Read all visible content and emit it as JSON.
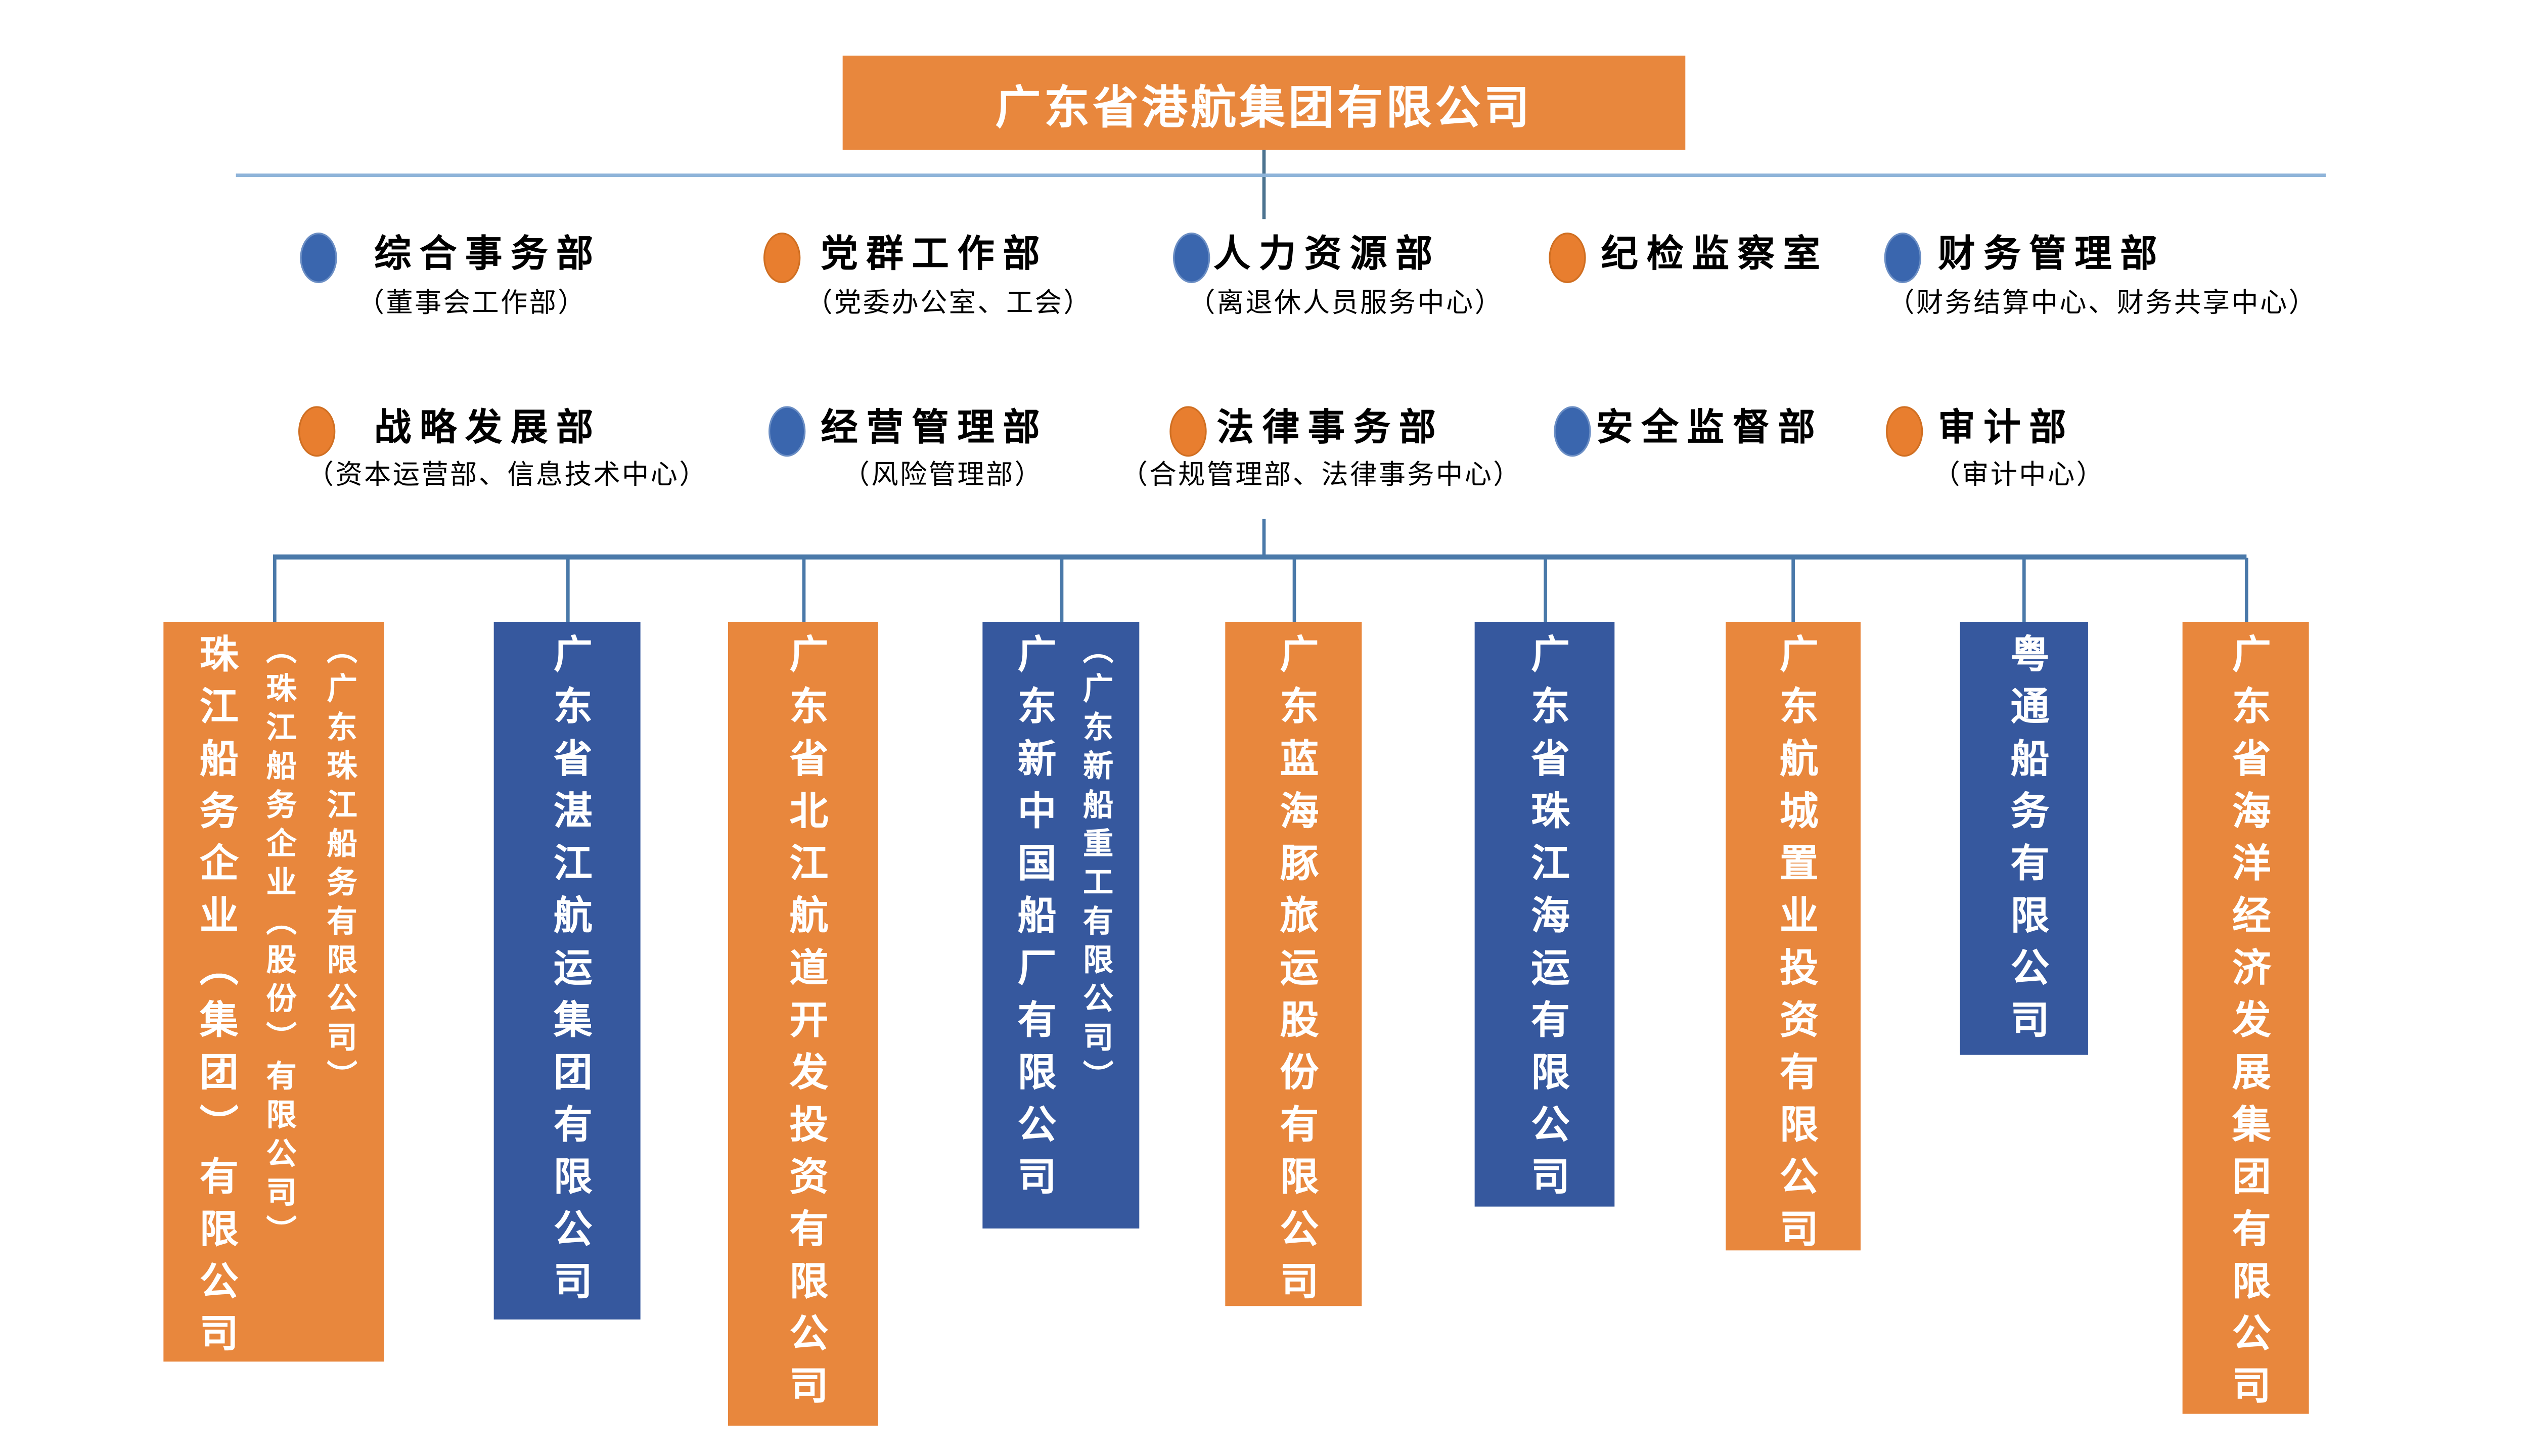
{
  "palette": {
    "orange": "#E8873D",
    "blue": "#36589E",
    "dot_blue": "#3A66AE",
    "dot_orange": "#E87E2F",
    "connector": "#4A79A9",
    "connector_light": "#8FB4D9",
    "top_stub": "#4C7390",
    "text": "#000000",
    "box_text": "#FFFFFF"
  },
  "header": {
    "title": "广东省港航集团有限公司"
  },
  "departments": {
    "row1": [
      {
        "dot": "blue",
        "name": "综合事务部",
        "sub": "（董事会工作部）"
      },
      {
        "dot": "orange",
        "name": "党群工作部",
        "sub": "（党委办公室、工会）"
      },
      {
        "dot": "blue",
        "name": "人力资源部",
        "sub": "（离退休人员服务中心）"
      },
      {
        "dot": "orange",
        "name": "纪检监察室",
        "sub": ""
      },
      {
        "dot": "blue",
        "name": "财务管理部",
        "sub": "（财务结算中心、财务共享中心）"
      }
    ],
    "row2": [
      {
        "dot": "orange",
        "name": "战略发展部",
        "sub": "（资本运营部、信息技术中心）"
      },
      {
        "dot": "blue",
        "name": "经营管理部",
        "sub": "（风险管理部）"
      },
      {
        "dot": "orange",
        "name": "法律事务部",
        "sub": "（合规管理部、法律事务中心）"
      },
      {
        "dot": "blue",
        "name": "安全监督部",
        "sub": ""
      },
      {
        "dot": "orange",
        "name": "审计部",
        "sub": "（审计中心）"
      }
    ]
  },
  "subsidiaries": [
    {
      "color": "orange",
      "columns": [
        "珠江船务企业（集团）有限公司",
        "（珠江船务企业（股份）有限公司）",
        "（广东珠江船务有限公司）"
      ]
    },
    {
      "color": "blue",
      "columns": [
        "广东省湛江航运集团有限公司"
      ]
    },
    {
      "color": "orange",
      "columns": [
        "广东省北江航道开发投资有限公司"
      ]
    },
    {
      "color": "blue",
      "columns": [
        "广东新中国船厂有限公司",
        "（广东新船重工有限公司）"
      ]
    },
    {
      "color": "orange",
      "columns": [
        "广东蓝海豚旅运股份有限公司"
      ]
    },
    {
      "color": "blue",
      "columns": [
        "广东省珠江海运有限公司"
      ]
    },
    {
      "color": "orange",
      "columns": [
        "广东航城置业投资有限公司"
      ]
    },
    {
      "color": "blue",
      "columns": [
        "粤通船务有限公司"
      ]
    },
    {
      "color": "orange",
      "columns": [
        "广东省海洋经济发展集团有限公司"
      ]
    }
  ]
}
